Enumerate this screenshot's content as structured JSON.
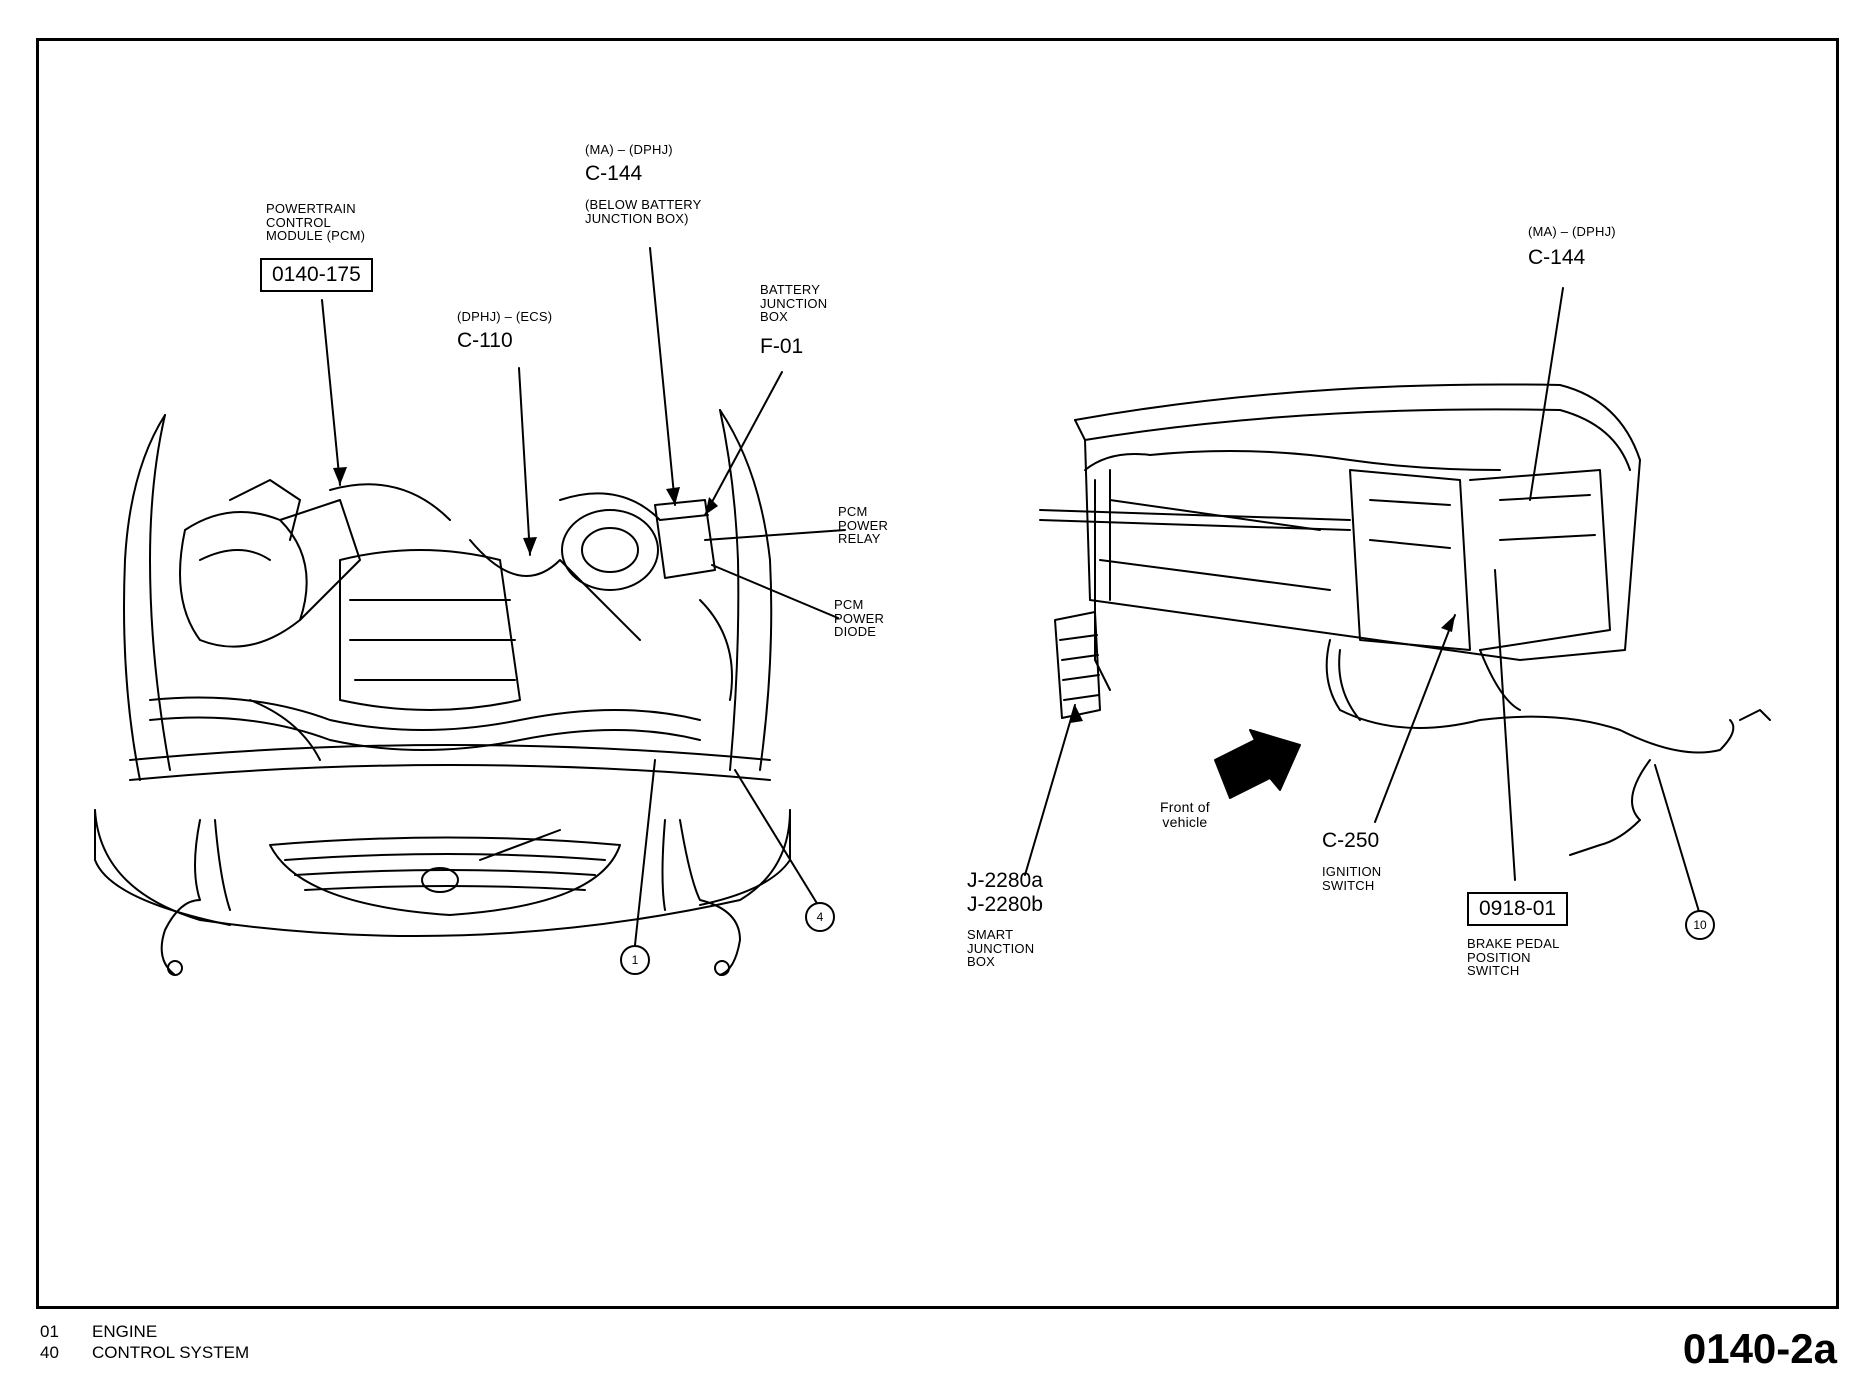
{
  "labels": {
    "pcm_title": [
      "POWERTRAIN",
      "CONTROL",
      "MODULE (PCM)"
    ],
    "pcm_code": "0140-175",
    "c110_variant": "(DPHJ) – (ECS)",
    "c110_code": "C-110",
    "c144_left_variant": "(MA) – (DPHJ)",
    "c144_left_code": "C-144",
    "c144_left_note": [
      "(BELOW BATTERY",
      "JUNCTION BOX)"
    ],
    "battery_title": [
      "BATTERY",
      "JUNCTION",
      "BOX"
    ],
    "battery_code": "F-01",
    "pcm_relay": [
      "PCM",
      "POWER",
      "RELAY"
    ],
    "pcm_diode": [
      "PCM",
      "POWER",
      "DIODE"
    ],
    "c144_right_variant": "(MA) – (DPHJ)",
    "c144_right_code": "C-144",
    "front_of_vehicle": [
      "Front of",
      "vehicle"
    ],
    "j2280a": "J-2280a",
    "j2280b": "J-2280b",
    "smart_junction": [
      "SMART",
      "JUNCTION",
      "BOX"
    ],
    "c250_code": "C-250",
    "ignition_switch": [
      "IGNITION",
      "SWITCH"
    ],
    "brake_code": "0918-01",
    "brake_title": [
      "BRAKE PEDAL",
      "POSITION",
      "SWITCH"
    ],
    "callouts": [
      "1",
      "4",
      "10"
    ]
  },
  "footer": {
    "line1_num": "01",
    "line1_text": "ENGINE",
    "line2_num": "40",
    "line2_text": "CONTROL SYSTEM",
    "page_code": "0140-2a"
  }
}
